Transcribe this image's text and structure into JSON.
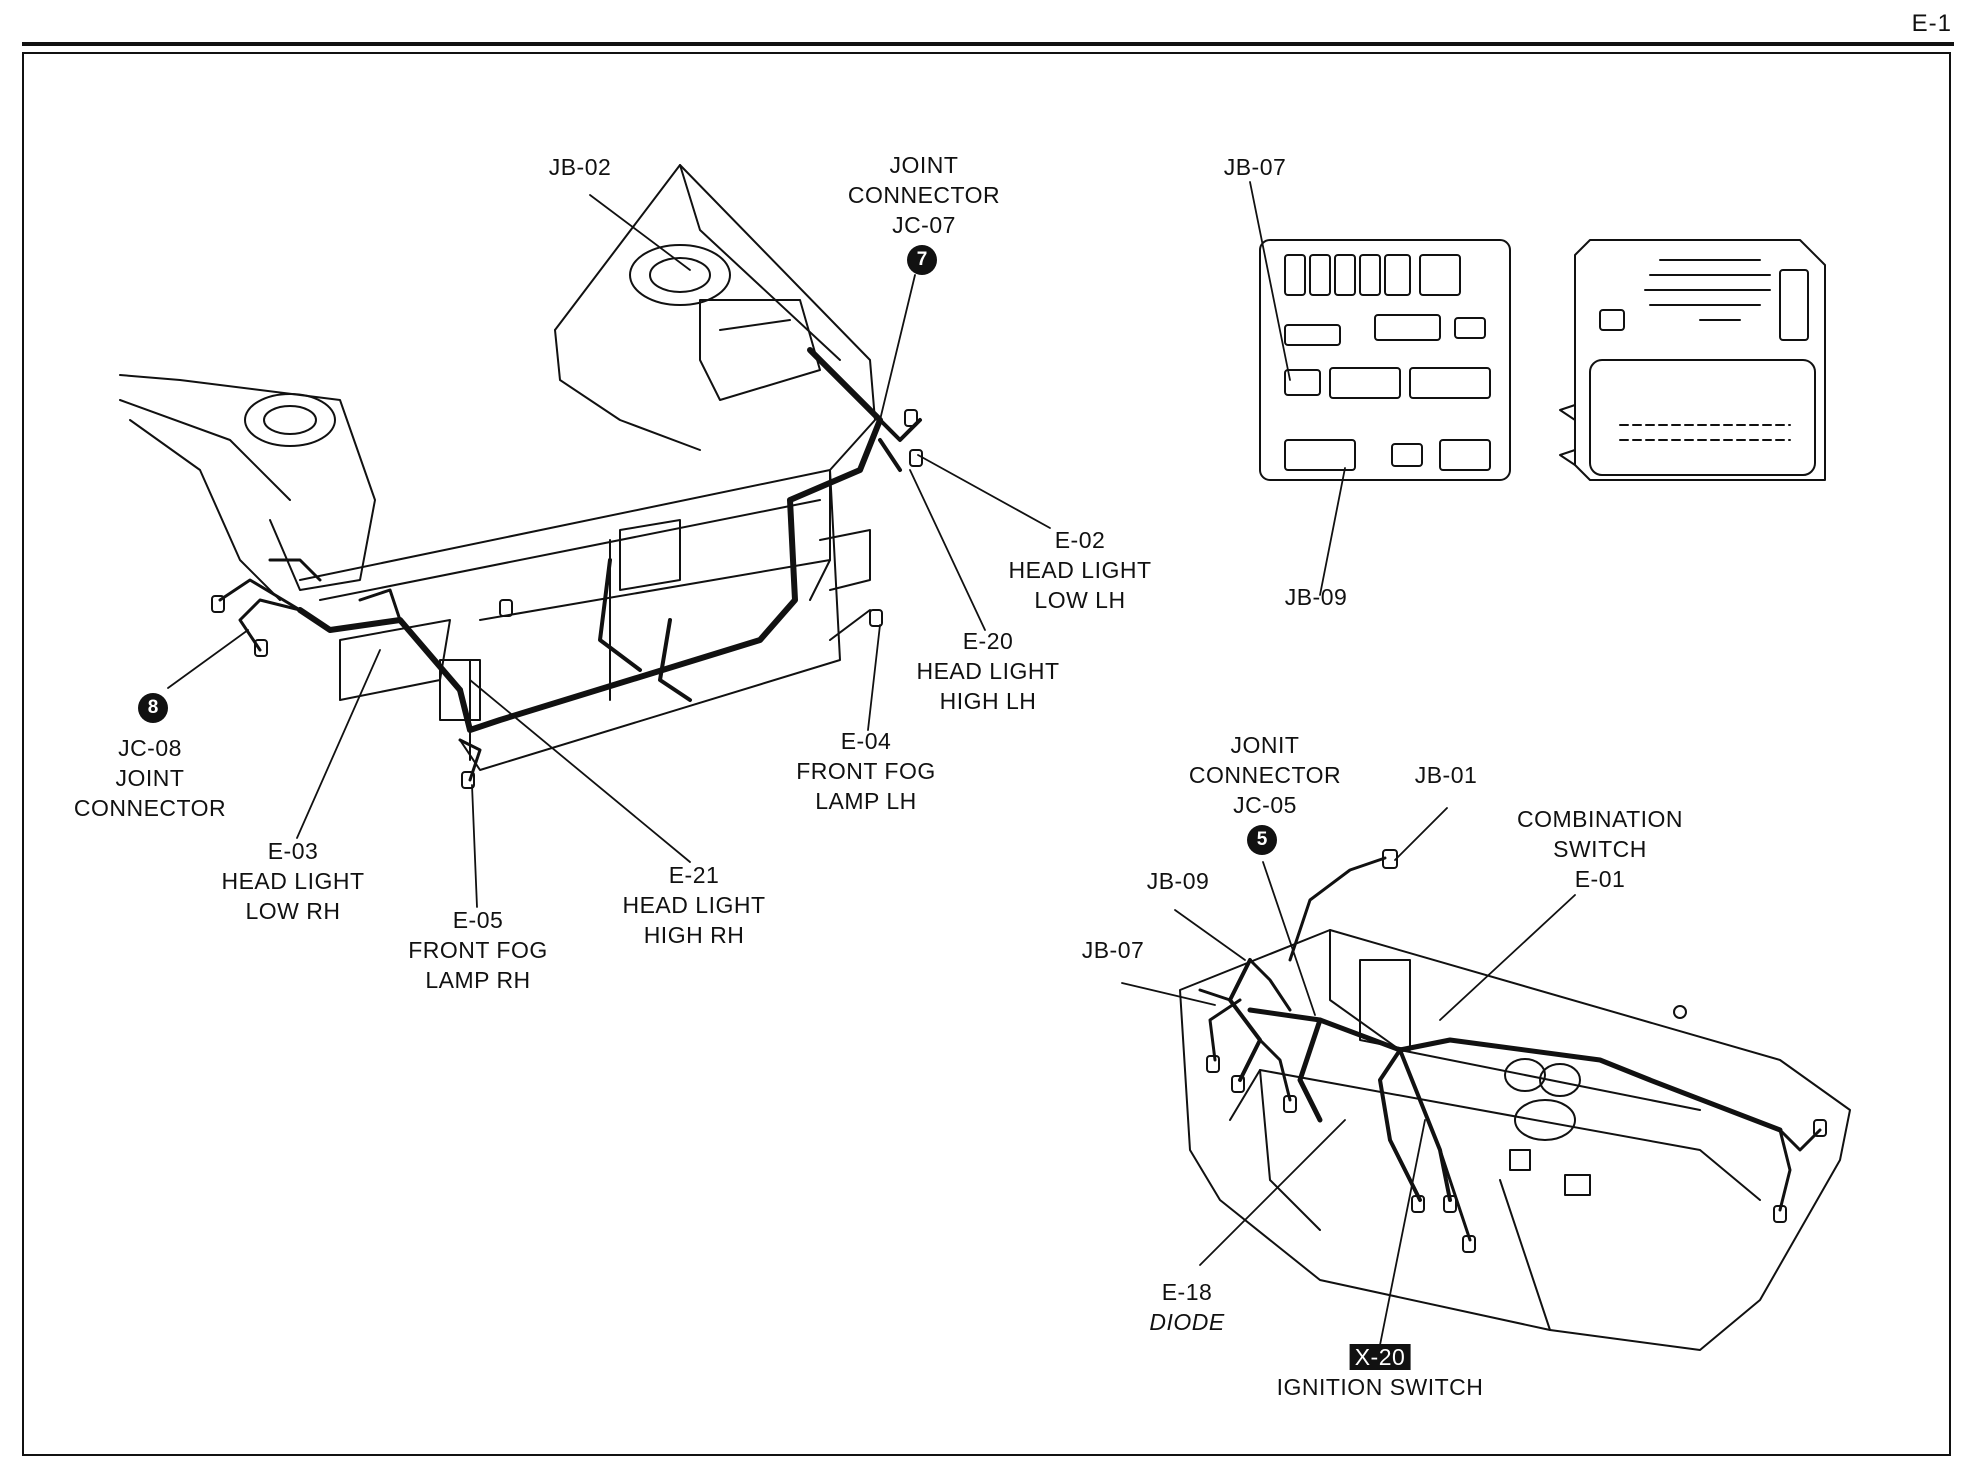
{
  "page": {
    "number": "E-1"
  },
  "labels": {
    "jb02": [
      "JB-02"
    ],
    "jc07": [
      "JOINT",
      "CONNECTOR",
      "JC-07"
    ],
    "e02": [
      "E-02",
      "HEAD LIGHT",
      "LOW LH"
    ],
    "e20": [
      "E-20",
      "HEAD LIGHT",
      "HIGH LH"
    ],
    "e04": [
      "E-04",
      "FRONT FOG",
      "LAMP LH"
    ],
    "jc08": [
      "JC-08",
      "JOINT",
      "CONNECTOR"
    ],
    "e03": [
      "E-03",
      "HEAD LIGHT",
      "LOW RH"
    ],
    "e05": [
      "E-05",
      "FRONT FOG",
      "LAMP RH"
    ],
    "e21": [
      "E-21",
      "HEAD LIGHT",
      "HIGH RH"
    ],
    "jb07_top": [
      "JB-07"
    ],
    "jb09_top": [
      "JB-09"
    ],
    "jc05": [
      "JONIT",
      "CONNECTOR",
      "JC-05"
    ],
    "jb01": [
      "JB-01"
    ],
    "e01": [
      "COMBINATION",
      "SWITCH",
      "E-01"
    ],
    "jb09_bottom": [
      "JB-09"
    ],
    "jb07_bottom": [
      "JB-07"
    ],
    "e18": [
      "E-18",
      "DIODE"
    ],
    "x20_code": "X-20",
    "x20_name": "IGNITION SWITCH"
  },
  "badges": {
    "jc07": "7",
    "jc08": "8",
    "jc05": "5"
  }
}
